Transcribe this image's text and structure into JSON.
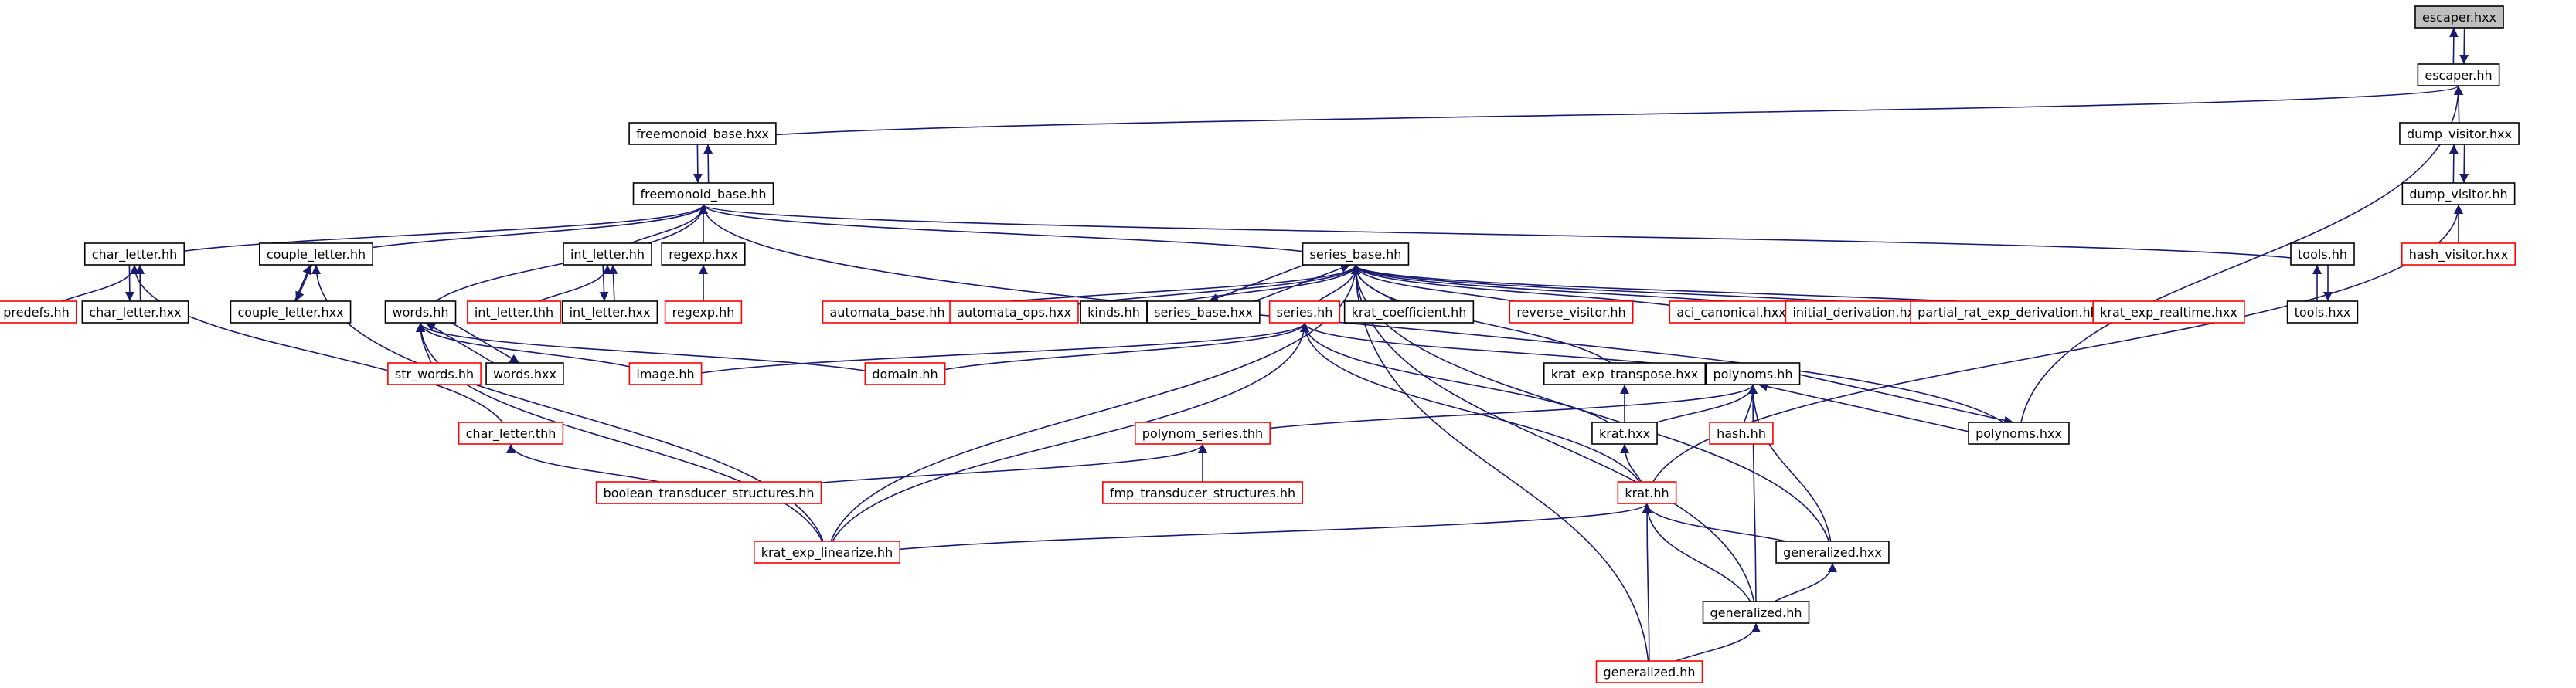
{
  "colors": {
    "edge": "#191970",
    "node_border": "#000000",
    "node_border_external": "#ff0000",
    "focus_fill": "#bfbfbf",
    "node_fill": "#ffffff"
  },
  "nodes": [
    {
      "id": "escaper_hxx",
      "label": "escaper.hxx",
      "kind": "focus"
    },
    {
      "id": "escaper_hh",
      "label": "escaper.hh",
      "kind": "normal"
    },
    {
      "id": "freemonoid_base_hxx",
      "label": "freemonoid_base.hxx",
      "kind": "normal"
    },
    {
      "id": "dump_visitor_hxx",
      "label": "dump_visitor.hxx",
      "kind": "normal"
    },
    {
      "id": "freemonoid_base_hh",
      "label": "freemonoid_base.hh",
      "kind": "normal"
    },
    {
      "id": "dump_visitor_hh",
      "label": "dump_visitor.hh",
      "kind": "normal"
    },
    {
      "id": "char_letter_hh",
      "label": "char_letter.hh",
      "kind": "normal"
    },
    {
      "id": "couple_letter_hh",
      "label": "couple_letter.hh",
      "kind": "normal"
    },
    {
      "id": "int_letter_hh",
      "label": "int_letter.hh",
      "kind": "normal"
    },
    {
      "id": "regexp_hxx",
      "label": "regexp.hxx",
      "kind": "normal"
    },
    {
      "id": "series_base_hh",
      "label": "series_base.hh",
      "kind": "normal"
    },
    {
      "id": "tools_hh",
      "label": "tools.hh",
      "kind": "normal"
    },
    {
      "id": "hash_visitor_hxx",
      "label": "hash_visitor.hxx",
      "kind": "external"
    },
    {
      "id": "predefs_hh",
      "label": "predefs.hh",
      "kind": "external"
    },
    {
      "id": "char_letter_hxx",
      "label": "char_letter.hxx",
      "kind": "normal"
    },
    {
      "id": "couple_letter_hxx",
      "label": "couple_letter.hxx",
      "kind": "normal"
    },
    {
      "id": "words_hh",
      "label": "words.hh",
      "kind": "normal"
    },
    {
      "id": "int_letter_thh",
      "label": "int_letter.thh",
      "kind": "external"
    },
    {
      "id": "int_letter_hxx",
      "label": "int_letter.hxx",
      "kind": "normal"
    },
    {
      "id": "regexp_hh",
      "label": "regexp.hh",
      "kind": "external"
    },
    {
      "id": "automata_base_hh",
      "label": "automata_base.hh",
      "kind": "external"
    },
    {
      "id": "automata_ops_hxx",
      "label": "automata_ops.hxx",
      "kind": "external"
    },
    {
      "id": "kinds_hh",
      "label": "kinds.hh",
      "kind": "normal"
    },
    {
      "id": "series_base_hxx",
      "label": "series_base.hxx",
      "kind": "normal"
    },
    {
      "id": "series_hh",
      "label": "series.hh",
      "kind": "external"
    },
    {
      "id": "krat_coefficient_hh",
      "label": "krat_coefficient.hh",
      "kind": "normal"
    },
    {
      "id": "reverse_visitor_hh",
      "label": "reverse_visitor.hh",
      "kind": "external"
    },
    {
      "id": "aci_canonical_hxx",
      "label": "aci_canonical.hxx",
      "kind": "external"
    },
    {
      "id": "initial_derivation_hxx",
      "label": "initial_derivation.hxx",
      "kind": "external"
    },
    {
      "id": "partial_rat_exp_derivation_hh",
      "label": "partial_rat_exp_derivation.hh",
      "kind": "external"
    },
    {
      "id": "krat_exp_realtime_hxx",
      "label": "krat_exp_realtime.hxx",
      "kind": "external"
    },
    {
      "id": "tools_hxx",
      "label": "tools.hxx",
      "kind": "normal"
    },
    {
      "id": "str_words_hh",
      "label": "str_words.hh",
      "kind": "external"
    },
    {
      "id": "words_hxx",
      "label": "words.hxx",
      "kind": "normal"
    },
    {
      "id": "image_hh",
      "label": "image.hh",
      "kind": "external"
    },
    {
      "id": "domain_hh",
      "label": "domain.hh",
      "kind": "external"
    },
    {
      "id": "krat_exp_transpose_hxx",
      "label": "krat_exp_transpose.hxx",
      "kind": "normal"
    },
    {
      "id": "polynoms_hh",
      "label": "polynoms.hh",
      "kind": "normal"
    },
    {
      "id": "char_letter_thh",
      "label": "char_letter.thh",
      "kind": "external"
    },
    {
      "id": "polynom_series_thh",
      "label": "polynom_series.thh",
      "kind": "external"
    },
    {
      "id": "krat_hxx",
      "label": "krat.hxx",
      "kind": "normal"
    },
    {
      "id": "hash_hh",
      "label": "hash.hh",
      "kind": "external"
    },
    {
      "id": "polynoms_hxx",
      "label": "polynoms.hxx",
      "kind": "normal"
    },
    {
      "id": "boolean_transducer_structures_hh",
      "label": "boolean_transducer_structures.hh",
      "kind": "external"
    },
    {
      "id": "fmp_transducer_structures_hh",
      "label": "fmp_transducer_structures.hh",
      "kind": "external"
    },
    {
      "id": "krat_hh",
      "label": "krat.hh",
      "kind": "external"
    },
    {
      "id": "krat_exp_linearize_hh",
      "label": "krat_exp_linearize.hh",
      "kind": "external"
    },
    {
      "id": "generalized_hxx",
      "label": "generalized.hxx",
      "kind": "normal"
    },
    {
      "id": "generalized_hh_black",
      "label": "generalized.hh",
      "kind": "normal"
    },
    {
      "id": "generalized_hh_red",
      "label": "generalized.hh",
      "kind": "external"
    }
  ],
  "edges": [
    [
      "escaper_hh",
      "escaper_hxx"
    ],
    [
      "escaper_hxx",
      "escaper_hh"
    ],
    [
      "escaper_hh",
      "freemonoid_base_hxx"
    ],
    [
      "escaper_hh",
      "dump_visitor_hxx"
    ],
    [
      "escaper_hh",
      "polynoms_hxx"
    ],
    [
      "freemonoid_base_hxx",
      "freemonoid_base_hh"
    ],
    [
      "freemonoid_base_hh",
      "freemonoid_base_hxx"
    ],
    [
      "dump_visitor_hxx",
      "dump_visitor_hh"
    ],
    [
      "dump_visitor_hh",
      "dump_visitor_hxx"
    ],
    [
      "dump_visitor_hh",
      "hash_visitor_hxx"
    ],
    [
      "dump_visitor_hh",
      "krat_hh"
    ],
    [
      "freemonoid_base_hh",
      "char_letter_hh"
    ],
    [
      "freemonoid_base_hh",
      "couple_letter_hh"
    ],
    [
      "freemonoid_base_hh",
      "int_letter_hh"
    ],
    [
      "freemonoid_base_hh",
      "regexp_hxx"
    ],
    [
      "freemonoid_base_hh",
      "series_base_hh"
    ],
    [
      "freemonoid_base_hh",
      "tools_hh"
    ],
    [
      "freemonoid_base_hh",
      "words_hh"
    ],
    [
      "freemonoid_base_hh",
      "polynoms_hxx"
    ],
    [
      "char_letter_hh",
      "predefs_hh"
    ],
    [
      "char_letter_hh",
      "char_letter_hxx"
    ],
    [
      "char_letter_hxx",
      "char_letter_hh"
    ],
    [
      "char_letter_hh",
      "char_letter_thh"
    ],
    [
      "couple_letter_hh",
      "couple_letter_hxx"
    ],
    [
      "couple_letter_hxx",
      "couple_letter_hh"
    ],
    [
      "couple_letter_hh",
      "krat_exp_linearize_hh"
    ],
    [
      "int_letter_hh",
      "int_letter_thh"
    ],
    [
      "int_letter_hh",
      "int_letter_hxx"
    ],
    [
      "int_letter_hxx",
      "int_letter_hh"
    ],
    [
      "regexp_hxx",
      "regexp_hh"
    ],
    [
      "tools_hh",
      "tools_hxx"
    ],
    [
      "tools_hxx",
      "tools_hh"
    ],
    [
      "words_hh",
      "str_words_hh"
    ],
    [
      "words_hh",
      "words_hxx"
    ],
    [
      "words_hxx",
      "words_hh"
    ],
    [
      "words_hh",
      "image_hh"
    ],
    [
      "words_hh",
      "domain_hh"
    ],
    [
      "words_hh",
      "krat_exp_linearize_hh"
    ],
    [
      "series_base_hh",
      "automata_base_hh"
    ],
    [
      "series_base_hh",
      "automata_ops_hxx"
    ],
    [
      "series_base_hh",
      "kinds_hh"
    ],
    [
      "series_base_hh",
      "series_base_hxx"
    ],
    [
      "series_base_hxx",
      "series_base_hh"
    ],
    [
      "series_base_hh",
      "series_hh"
    ],
    [
      "series_base_hh",
      "krat_coefficient_hh"
    ],
    [
      "series_base_hh",
      "reverse_visitor_hh"
    ],
    [
      "series_base_hh",
      "aci_canonical_hxx"
    ],
    [
      "series_base_hh",
      "initial_derivation_hxx"
    ],
    [
      "series_base_hh",
      "partial_rat_exp_derivation_hh"
    ],
    [
      "series_base_hh",
      "krat_exp_realtime_hxx"
    ],
    [
      "series_base_hh",
      "krat_exp_transpose_hxx"
    ],
    [
      "series_base_hh",
      "generalized_hxx"
    ],
    [
      "series_base_hh",
      "generalized_hh_black"
    ],
    [
      "series_base_hh",
      "krat_exp_linearize_hh"
    ],
    [
      "series_base_hh",
      "generalized_hh_red"
    ],
    [
      "series_hh",
      "image_hh"
    ],
    [
      "series_hh",
      "domain_hh"
    ],
    [
      "series_hh",
      "polynoms_hh"
    ],
    [
      "series_hh",
      "krat_hxx"
    ],
    [
      "series_hh",
      "krat_hh"
    ],
    [
      "series_hh",
      "krat_exp_linearize_hh"
    ],
    [
      "krat_exp_transpose_hxx",
      "krat_hxx"
    ],
    [
      "polynoms_hh",
      "polynom_series_thh"
    ],
    [
      "polynoms_hh",
      "krat_hxx"
    ],
    [
      "polynoms_hh",
      "hash_hh"
    ],
    [
      "polynoms_hh",
      "polynoms_hxx"
    ],
    [
      "polynoms_hxx",
      "polynoms_hh"
    ],
    [
      "polynoms_hh",
      "generalized_hxx"
    ],
    [
      "polynoms_hh",
      "generalized_hh_black"
    ],
    [
      "char_letter_thh",
      "boolean_transducer_structures_hh"
    ],
    [
      "polynom_series_thh",
      "boolean_transducer_structures_hh"
    ],
    [
      "polynom_series_thh",
      "fmp_transducer_structures_hh"
    ],
    [
      "krat_hxx",
      "krat_hh"
    ],
    [
      "krat_hh",
      "krat_exp_linearize_hh"
    ],
    [
      "krat_hh",
      "generalized_hxx"
    ],
    [
      "krat_hh",
      "generalized_hh_black"
    ],
    [
      "krat_hh",
      "generalized_hh_red"
    ],
    [
      "generalized_hxx",
      "generalized_hh_black"
    ],
    [
      "generalized_hh_black",
      "generalized_hh_red"
    ]
  ]
}
